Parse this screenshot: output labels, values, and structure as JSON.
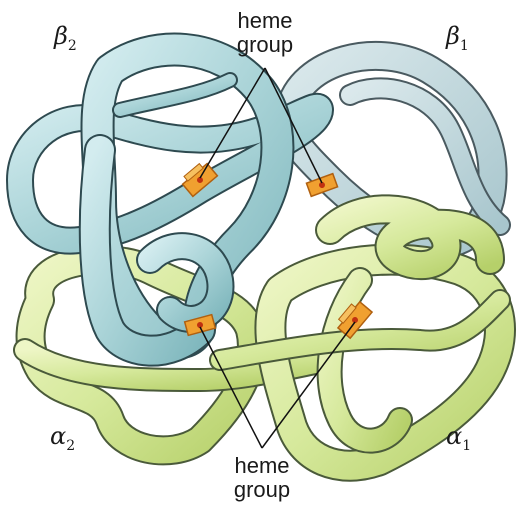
{
  "labels": {
    "top_heme_line1": "heme",
    "top_heme_line2": "group",
    "bottom_heme_line1": "heme",
    "bottom_heme_line2": "group",
    "beta2_symbol": "β",
    "beta2_sub": "2",
    "beta1_symbol": "β",
    "beta1_sub": "1",
    "alpha2_symbol": "α",
    "alpha2_sub": "2",
    "alpha1_symbol": "α",
    "alpha1_sub": "1"
  },
  "colors": {
    "beta_front": "#a9d3d7",
    "beta_back": "#bcd6dc",
    "alpha": "#d8e9a0",
    "alpha_dark": "#c3dc7c",
    "heme": "#f0a030",
    "outline": "#3a4a40"
  }
}
